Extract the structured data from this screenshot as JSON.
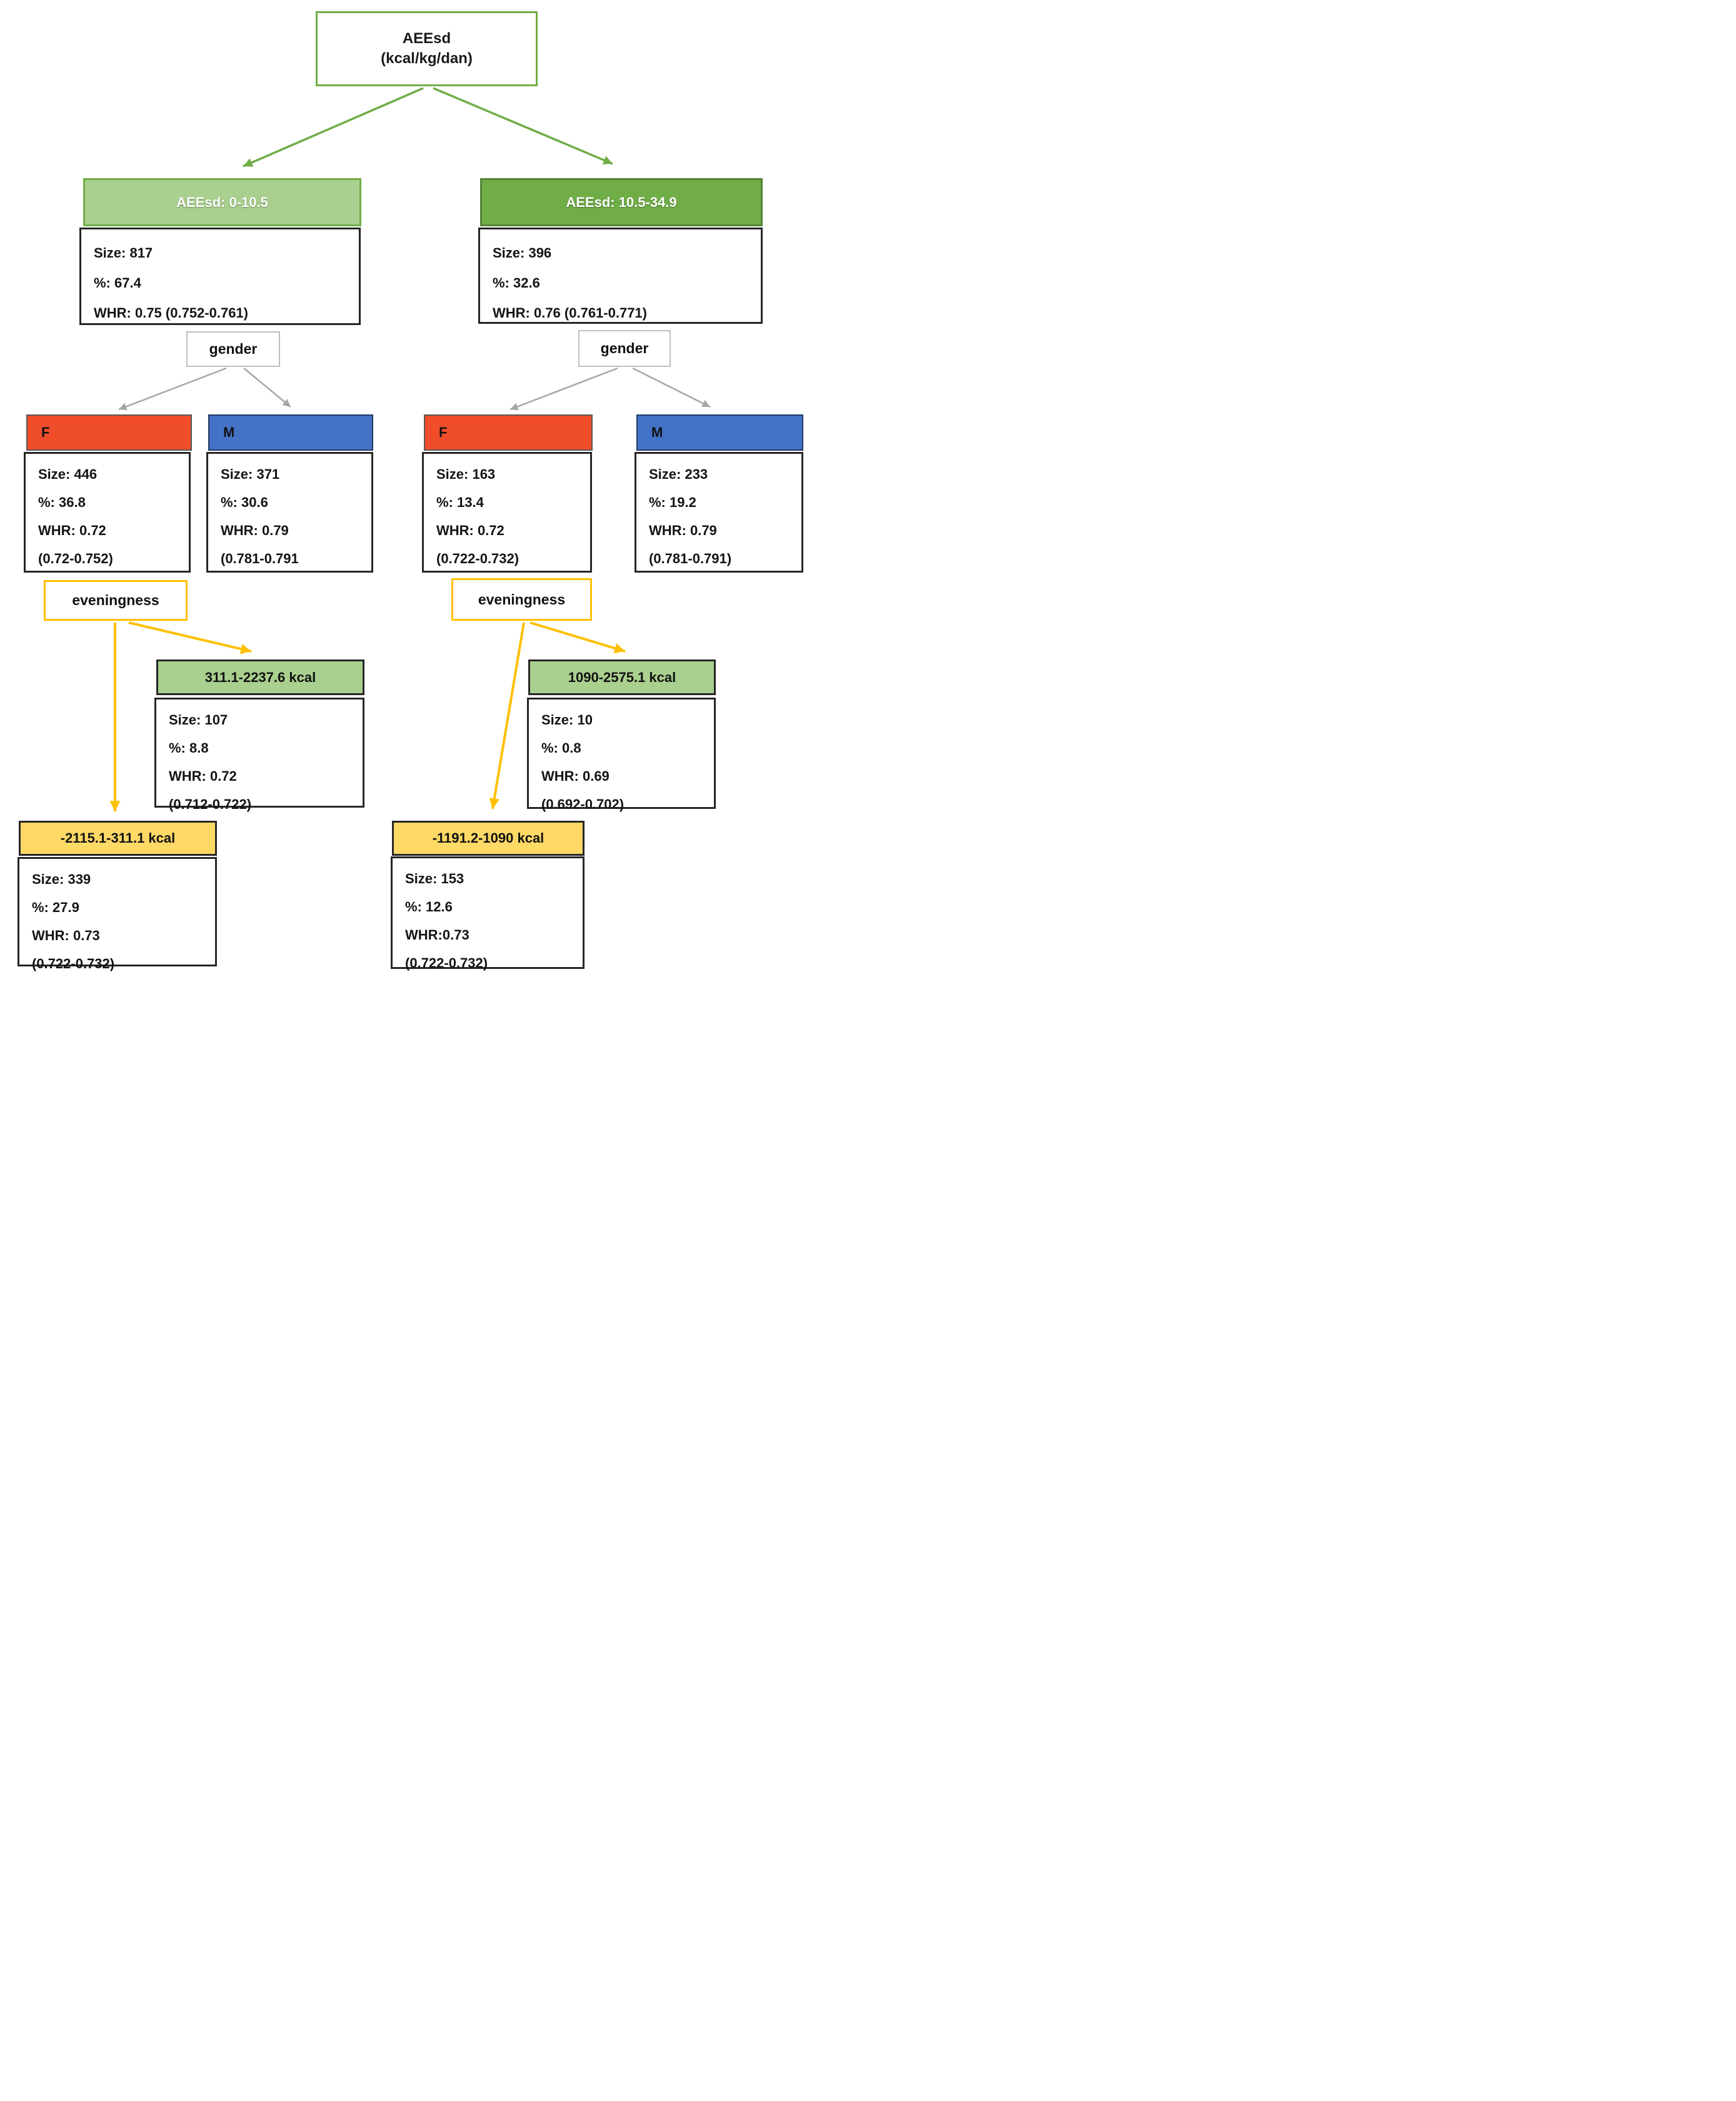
{
  "diagram": {
    "root": {
      "line1": "AEEsd",
      "line2": "(kcal/kg/dan)"
    },
    "split_labels": {
      "gender_left": "gender",
      "gender_right": "gender",
      "eveningness_left": "eveningness",
      "eveningness_right": "eveningness"
    },
    "nodes": {
      "aeesd_low": {
        "header": "AEEsd: 0-10.5",
        "lines": [
          "Size: 817",
          "%: 67.4",
          "WHR: 0.75 (0.752-0.761)"
        ]
      },
      "aeesd_high": {
        "header": "AEEsd: 10.5-34.9",
        "lines": [
          "Size: 396",
          "%: 32.6",
          "WHR: 0.76 (0.761-0.771)"
        ]
      },
      "female_low": {
        "header": "F",
        "lines": [
          "Size: 446",
          "%: 36.8",
          "WHR: 0.72",
          "(0.72-0.752)"
        ]
      },
      "male_low": {
        "header": "M",
        "lines": [
          "Size: 371",
          "%: 30.6",
          "WHR: 0.79",
          "(0.781-0.791"
        ]
      },
      "female_high": {
        "header": "F",
        "lines": [
          "Size: 163",
          "%: 13.4",
          "WHR: 0.72",
          "(0.722-0.732)"
        ]
      },
      "male_high": {
        "header": "M",
        "lines": [
          "Size: 233",
          "%: 19.2",
          "WHR: 0.79",
          "(0.781-0.791)"
        ]
      },
      "kcal_mid_left": {
        "header": "311.1-2237.6 kcal",
        "lines": [
          "Size: 107",
          "%: 8.8",
          "WHR: 0.72",
          "(0.712-0.722)"
        ]
      },
      "kcal_mid_right": {
        "header": "1090-2575.1 kcal",
        "lines": [
          "Size: 10",
          "%: 0.8",
          "WHR: 0.69",
          "(0.692-0.702)"
        ]
      },
      "kcal_bottom_left": {
        "header": "-2115.1-311.1 kcal",
        "lines": [
          "Size: 339",
          "%: 27.9",
          "WHR: 0.73",
          "(0.722-0.732)"
        ]
      },
      "kcal_bottom_right": {
        "header": "-1191.2-1090 kcal",
        "lines": [
          "Size: 153",
          "%: 12.6",
          "WHR:0.73",
          "(0.722-0.732)"
        ]
      }
    },
    "colors": {
      "light_green": "#A9D08E",
      "dark_green": "#70AD47",
      "orange_red": "#F04E2B",
      "blue": "#4472C6",
      "yellow": "#FFD966",
      "amber": "#FFC000",
      "gray_arrow": "#A6A6A6"
    }
  }
}
